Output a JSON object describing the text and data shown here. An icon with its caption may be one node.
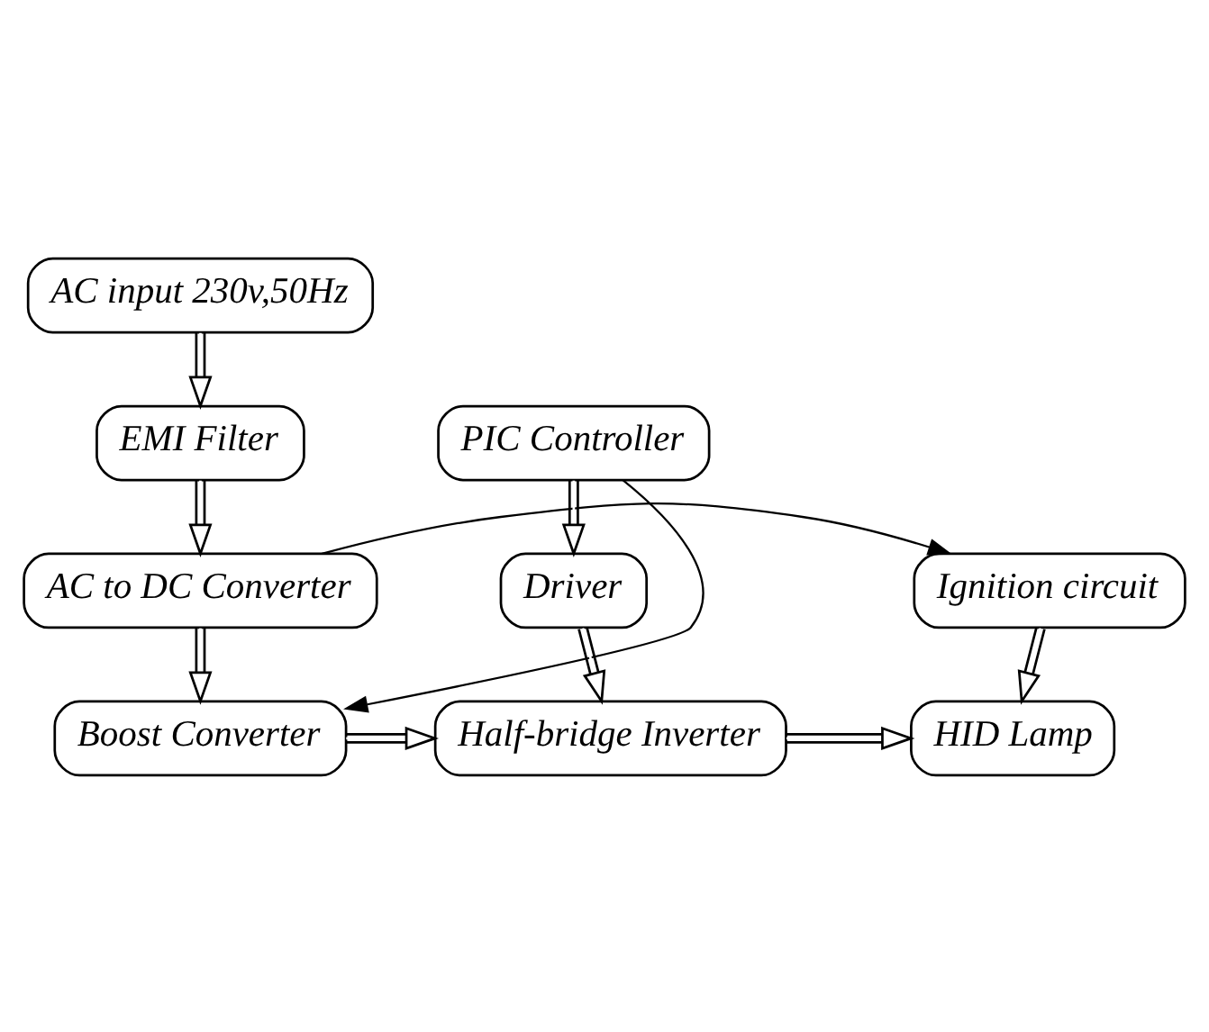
{
  "diagram": {
    "nodes": [
      {
        "text": [
          "AC input 230v,50Hz"
        ]
      },
      {
        "text": [
          "EMI Filter"
        ]
      },
      {
        "text": [
          "AC to DC Converter"
        ]
      },
      {
        "text": [
          "PIC Controller"
        ]
      },
      {
        "text": [
          "Driver"
        ]
      },
      {
        "text": [
          "Ignition circuit"
        ]
      },
      {
        "text": [
          "Boost Converter"
        ]
      },
      {
        "text": [
          "Half-bridge Inverter"
        ]
      },
      {
        "text": [
          "HID Lamp"
        ]
      }
    ],
    "edges": [
      {
        "from": 0,
        "to": 1,
        "arrow": "to"
      },
      {
        "from": 1,
        "to": 2,
        "arrow": "to"
      },
      {
        "from": 2,
        "to": 6,
        "arrow": "to"
      },
      {
        "from": 2,
        "to": 5,
        "arrow": "to"
      },
      {
        "from": 3,
        "to": 6,
        "arrow": "to"
      },
      {
        "from": 3,
        "to": 4,
        "arrow": "to"
      },
      {
        "from": 4,
        "to": 7,
        "arrow": "to"
      },
      {
        "from": 5,
        "to": 8,
        "arrow": "to"
      },
      {
        "from": 6,
        "to": 7,
        "arrow": "to"
      },
      {
        "from": 7,
        "to": 8,
        "arrow": "to"
      }
    ]
  }
}
